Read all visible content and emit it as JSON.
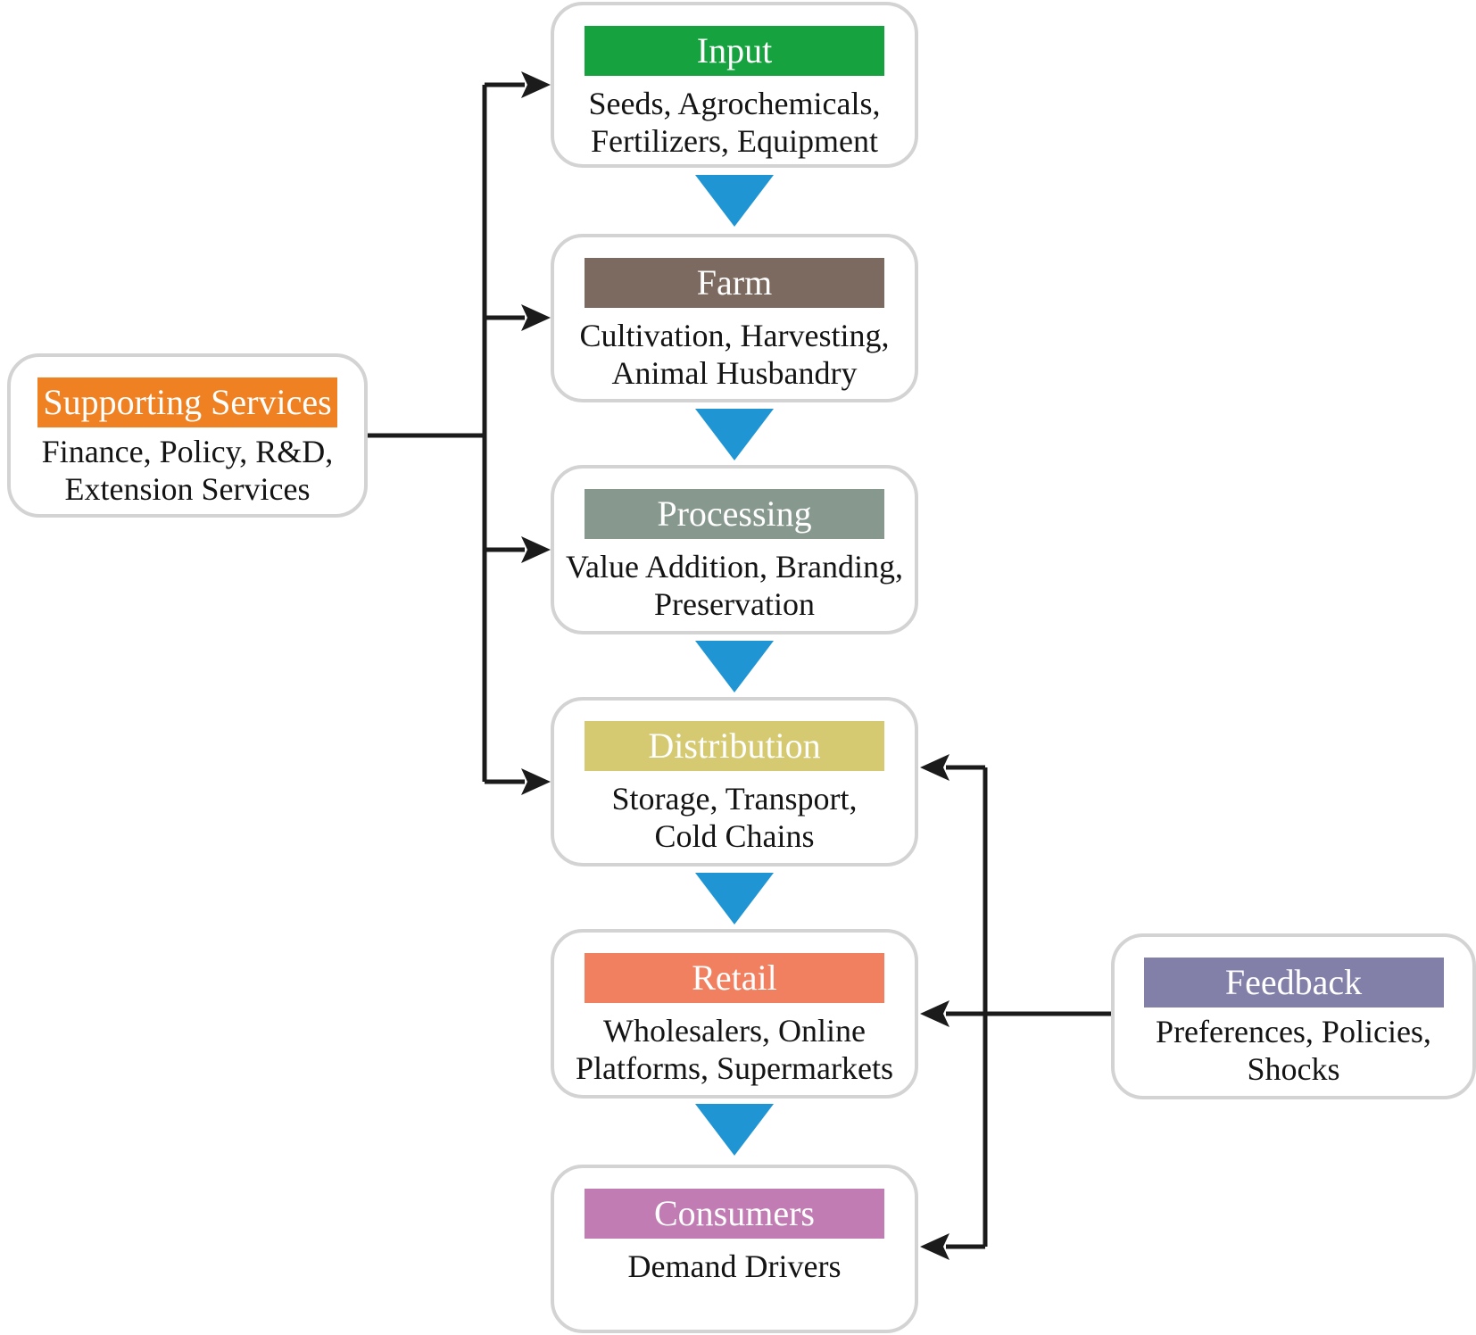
{
  "colors": {
    "input_header": "#16a23f",
    "farm_header": "#7c6a61",
    "processing_header": "#87998e",
    "distribution_header": "#d5ca72",
    "retail_header": "#f0805f",
    "consumers_header": "#c17db3",
    "supporting_header": "#f08122",
    "feedback_header": "#8280a8",
    "flow_arrow": "#2095d3",
    "connector": "#1b1b1b",
    "box_border": "#d3d3d3"
  },
  "nodes": {
    "input": {
      "label": "Input",
      "line1": "Seeds, Agrochemicals,",
      "line2": "Fertilizers, Equipment"
    },
    "farm": {
      "label": "Farm",
      "line1": "Cultivation, Harvesting,",
      "line2": "Animal Husbandry"
    },
    "processing": {
      "label": "Processing",
      "line1": "Value Addition, Branding,",
      "line2": "Preservation"
    },
    "distribution": {
      "label": "Distribution",
      "line1": "Storage, Transport,",
      "line2": "Cold Chains"
    },
    "retail": {
      "label": "Retail",
      "line1": "Wholesalers, Online",
      "line2": "Platforms, Supermarkets"
    },
    "consumers": {
      "label": "Consumers",
      "line1": "Demand Drivers",
      "line2": ""
    },
    "supporting": {
      "label": "Supporting Services",
      "line1": "Finance, Policy, R&D,",
      "line2": "Extension Services"
    },
    "feedback": {
      "label": "Feedback",
      "line1": "Preferences, Policies,",
      "line2": "Shocks"
    }
  }
}
